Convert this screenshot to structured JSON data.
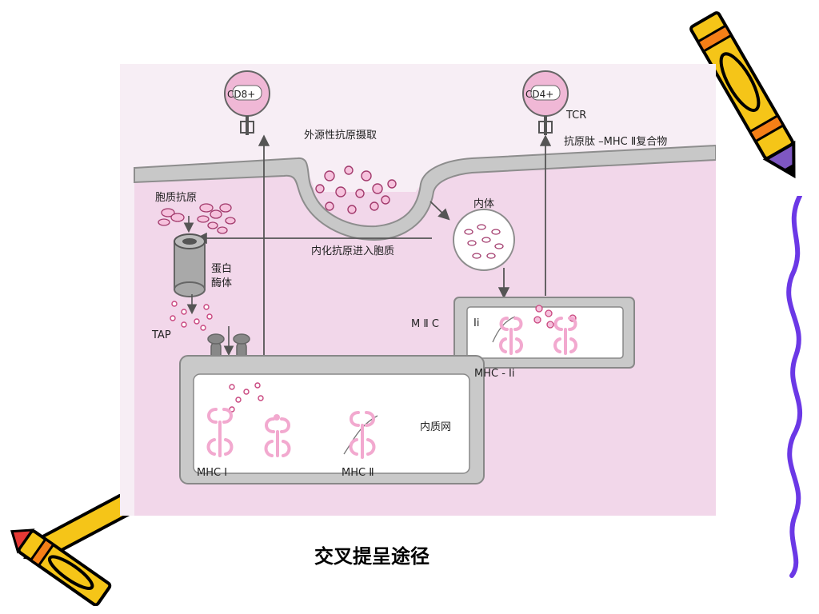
{
  "diagram": {
    "cells": {
      "cd8": "CD8+",
      "cd4": "CD4+"
    },
    "labels": {
      "tcr": "TCR",
      "peptide_mhc2": "抗原肽 –MHC Ⅱ复合物",
      "exogenous_uptake": "外源性抗原摄取",
      "cytosolic_antigen": "胞质抗原",
      "proteasome": "蛋白\n酶体",
      "endosome": "内体",
      "internalized": "内化抗原进入胞质",
      "tap": "TAP",
      "miic": "M Ⅱ C",
      "ii": "Ii",
      "mhc_ii_complex": "MHC - Ii",
      "er": "内质网",
      "mhc1": "MHC Ⅰ",
      "mhc2": "MHC Ⅱ"
    },
    "colors": {
      "cell_fill": "#f2d7ea",
      "membrane": "#9a9a9a",
      "pink_object": "#f2a9cf",
      "dot": "#c9477f"
    }
  },
  "caption": "交叉提呈途径",
  "decor": {
    "icons": [
      "crayon-top-right-icon",
      "crayon-bottom-left-icon",
      "purple-squiggle-icon"
    ]
  }
}
